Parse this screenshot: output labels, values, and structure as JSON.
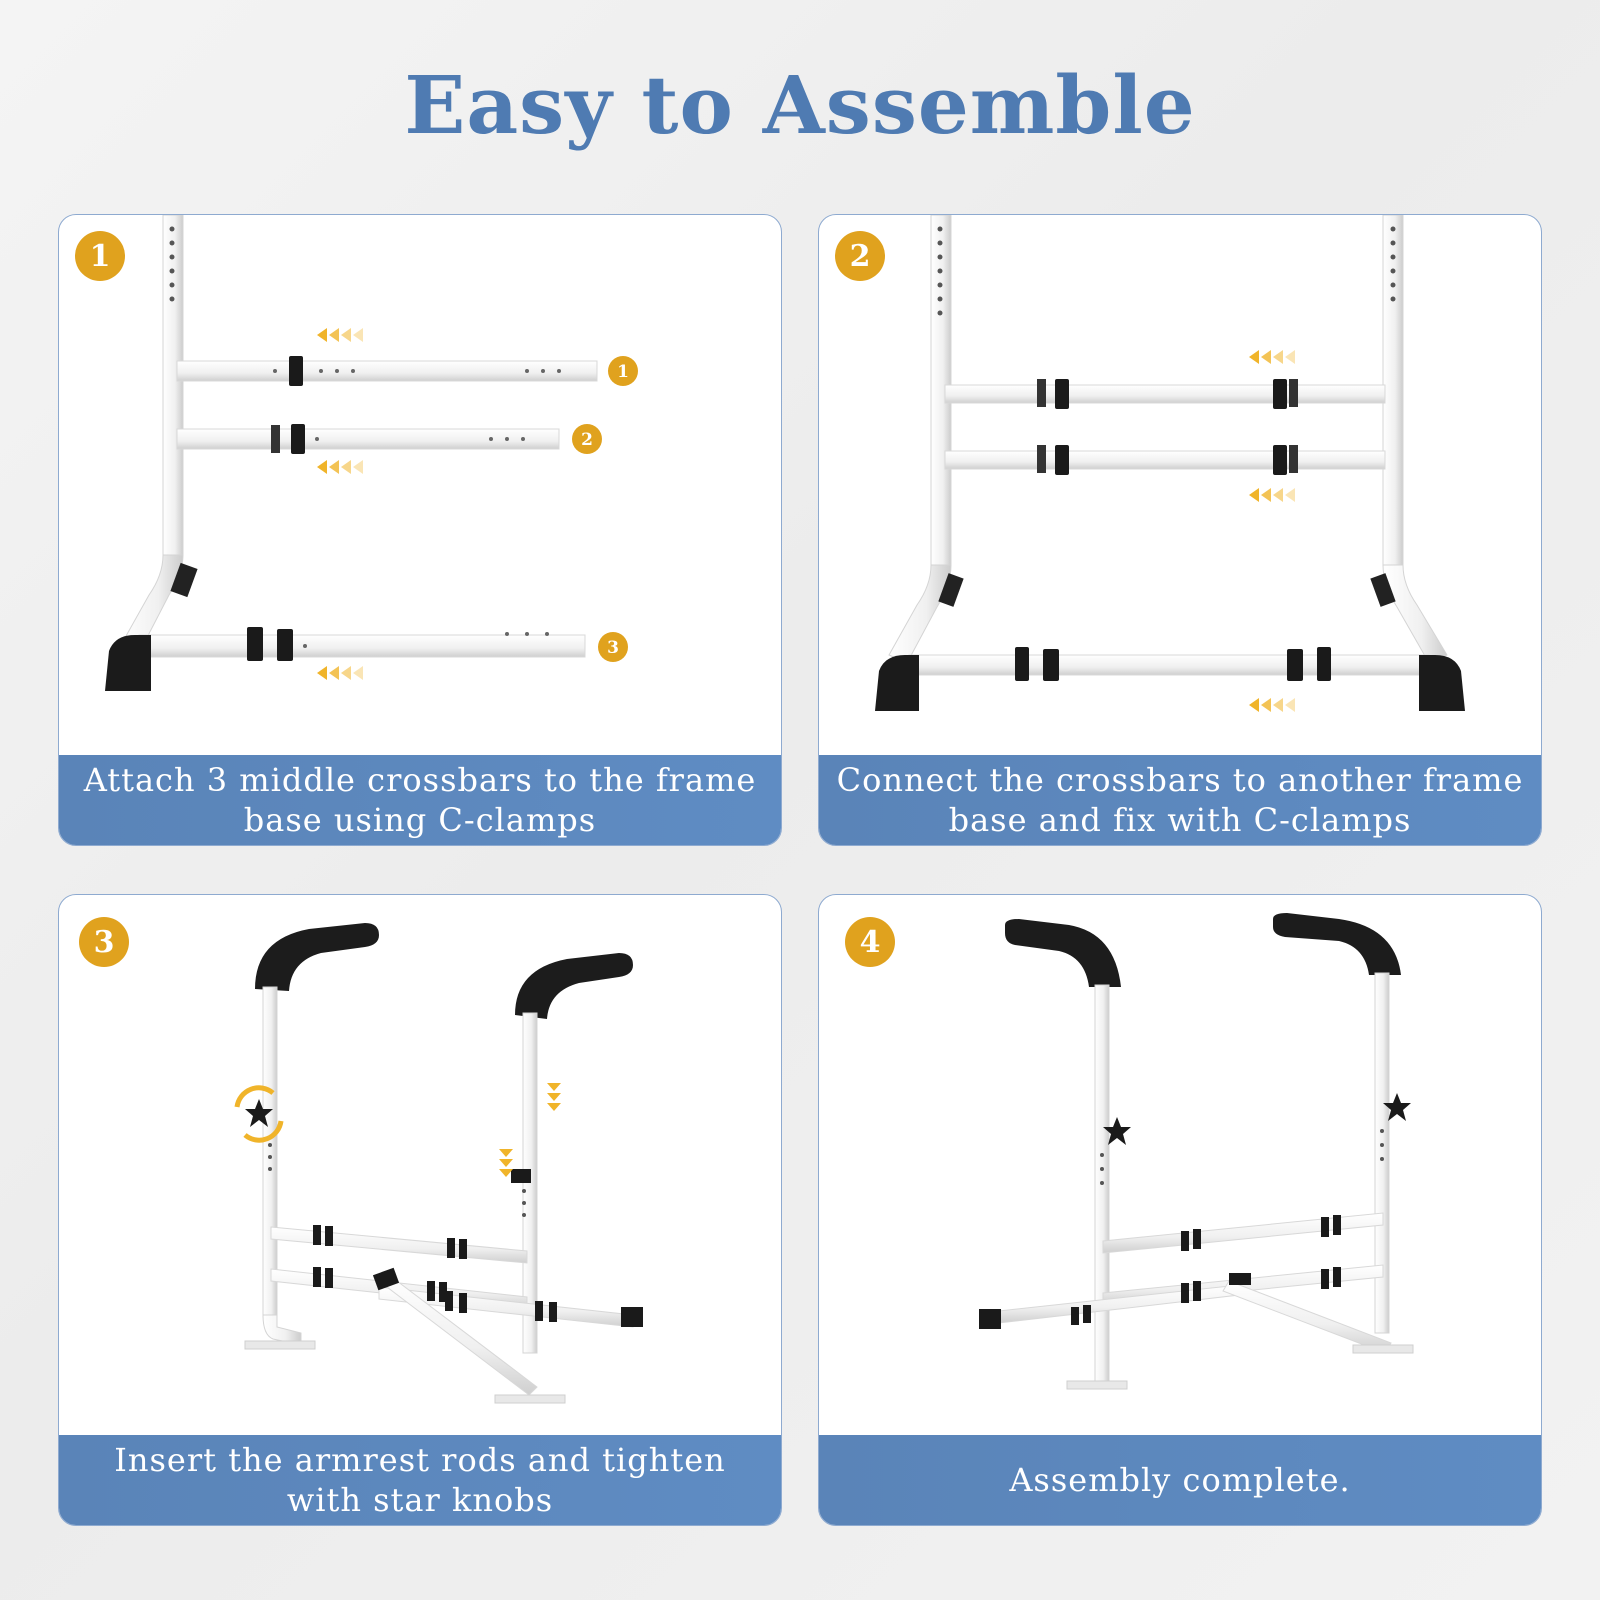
{
  "title": "Easy to Assemble",
  "colors": {
    "title": "#4f7bb2",
    "caption_band": "#5f8cc3",
    "badge": "#e0a21e",
    "frame": "#ffffff",
    "clamp": "#1a1a1a"
  },
  "steps": [
    {
      "number": "1",
      "caption": "Attach 3 middle crossbars to the frame base using C-clamps",
      "callouts": [
        "1",
        "2",
        "3"
      ]
    },
    {
      "number": "2",
      "caption": "Connect the crossbars to another frame base and fix with C-clamps"
    },
    {
      "number": "3",
      "caption": "Insert the armrest rods and tighten with star knobs"
    },
    {
      "number": "4",
      "caption": "Assembly complete."
    }
  ]
}
